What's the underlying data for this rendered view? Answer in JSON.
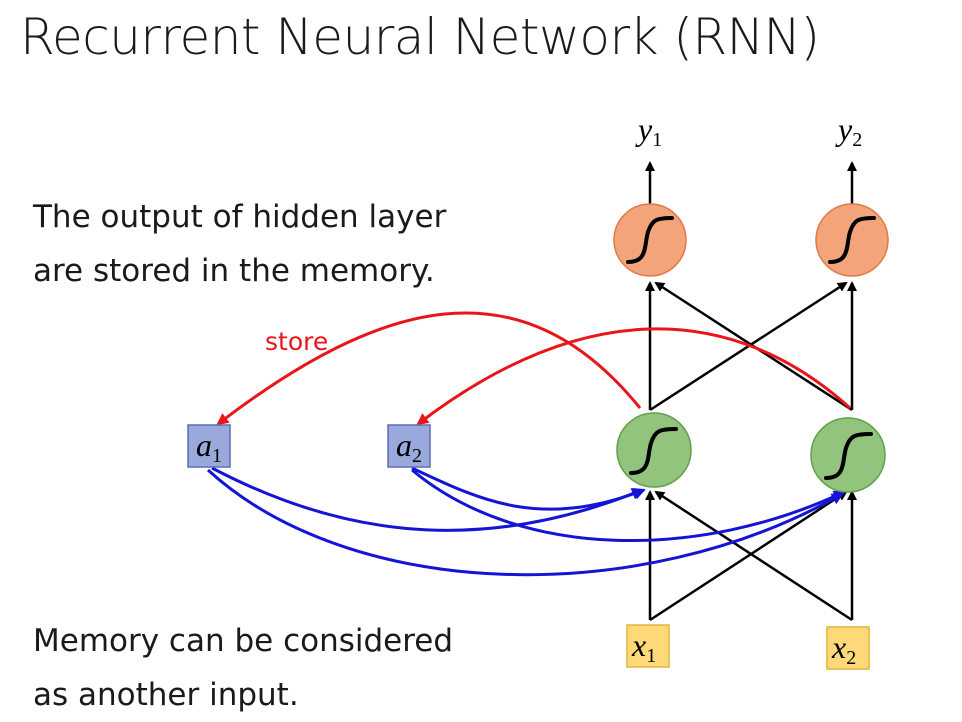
{
  "title": "Recurrent Neural Network (RNN)",
  "caption_top": [
    "The output of hidden layer",
    "are stored in the memory."
  ],
  "caption_bottom": [
    "Memory can be considered",
    "as  another input."
  ],
  "edge_label_store": "store",
  "memory_cells": [
    {
      "var": "a",
      "sub": "1"
    },
    {
      "var": "a",
      "sub": "2"
    }
  ],
  "inputs": [
    {
      "var": "x",
      "sub": "1"
    },
    {
      "var": "x",
      "sub": "2"
    }
  ],
  "outputs": [
    {
      "var": "y",
      "sub": "1"
    },
    {
      "var": "y",
      "sub": "2"
    }
  ],
  "hidden_neurons": 2,
  "output_neurons": 2,
  "activation_icon": "sigmoid-icon",
  "colors": {
    "store_arrow": "#e8161b",
    "memory_arrow": "#1414d6",
    "hidden_fill": "#93c47d",
    "hidden_stroke": "#5f9f4a",
    "output_fill": "#f4a47a",
    "output_stroke": "#e07a4c",
    "memory_fill": "#9aa9db",
    "memory_stroke": "#5b6fb3",
    "input_fill": "#ffd87a",
    "input_stroke": "#e8b33a"
  }
}
